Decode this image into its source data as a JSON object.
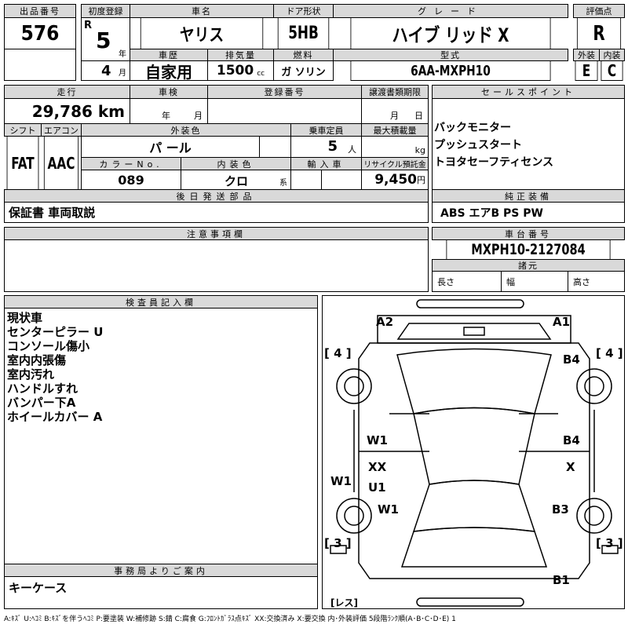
{
  "header": {
    "lot_label": "出品番号",
    "lot": "576",
    "first_reg_label": "初度登録",
    "era": "R",
    "year": "5",
    "year_unit": "年",
    "month": "4",
    "month_unit": "月",
    "car_name_label": "車名",
    "car_name": "ヤリス",
    "door_label": "ドア形状",
    "door": "5HB",
    "grade_label": "グレード",
    "grade": "ハイブ リッド X",
    "history_label": "車歴",
    "history": "自家用",
    "displacement_label": "排気量",
    "displacement": "1500",
    "displacement_unit": "cc",
    "fuel_label": "燃料",
    "fuel": "ガ ソリン",
    "model_label": "型式",
    "model": "6AA-MXPH10",
    "score_label": "評価点",
    "score": "R",
    "ext_label": "外装",
    "ext": "E",
    "int_label": "内装",
    "int": "C"
  },
  "details": {
    "mileage_label": "走行",
    "mileage": "29,786 km",
    "inspection_label": "車検",
    "inspection_year": "年",
    "inspection_month": "月",
    "reg_no_label": "登録番号",
    "transfer_label": "譲渡書類期限",
    "transfer_month": "月",
    "transfer_day": "日",
    "shift_label": "シフト",
    "shift": "FAT",
    "ac_label": "エアコン",
    "ac": "AAC",
    "ext_color_label": "外装色",
    "ext_color": "パ ール",
    "capacity_label": "乗車定員",
    "capacity": "5",
    "capacity_unit": "人",
    "max_load_label": "最大積載量",
    "max_load_unit": "kg",
    "color_no_label": "カラーNo.",
    "color_no": "089",
    "int_color_label": "内装色",
    "int_color": "クロ",
    "int_color_unit": "系",
    "import_label": "輸入車",
    "recycle_label": "リサイクル預託金",
    "recycle": "9,450",
    "recycle_unit": "円",
    "later_parts_label": "後日発送部品",
    "later_parts": "保証書 車両取説"
  },
  "sales": {
    "label": "セールスポイント",
    "items": [
      "バックモニター",
      "プッシュスタート",
      "トヨタセーフティセンス"
    ],
    "equip_label": "純正装備",
    "equip": "ABS エアB PS PW"
  },
  "notes": {
    "label": "注意事項欄"
  },
  "chassis": {
    "label": "車台番号",
    "value": "MXPH10-2127084",
    "spec_label": "諸元",
    "length": "長さ",
    "width": "幅",
    "height": "高さ"
  },
  "inspector": {
    "label": "検査員記入欄",
    "items": [
      "現状車",
      "センターピラー U",
      "コンソール傷小",
      "室内内張傷",
      "室内汚れ",
      "ハンドルすれ",
      "バンパー下A",
      "ホイールカバー A"
    ]
  },
  "office": {
    "label": "事務局よりご案内",
    "text": "キーケース"
  },
  "diagram": {
    "marks": [
      "A2",
      "A1",
      "[ 4 ]",
      "B4",
      "[ 4 ]",
      "W1",
      "B4",
      "XX",
      "X",
      "W1",
      "U1",
      "W1",
      "B3",
      "[ 3 ]",
      "[ 3 ]",
      "B1",
      "[レス]"
    ]
  },
  "legend": "A:ｷｽﾞ U:ﾍｺﾐ B:ｷｽﾞを伴うﾍｺﾐ P:要塗装 W:補修跡 S:錆 C:腐食 G:ﾌﾛﾝﾄｶﾞﾗｽ点ｷｽﾞ XX:交換済み X:要交換 内･外装評価 5段階ﾗﾝｸ順(A･B･C･D･E) 1"
}
